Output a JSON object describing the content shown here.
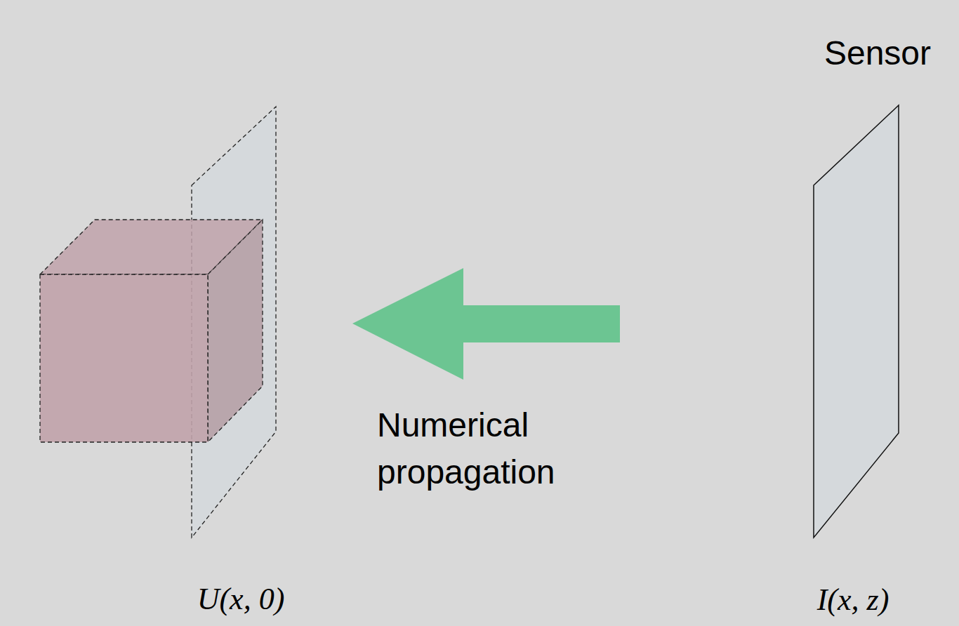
{
  "diagram": {
    "nodes": [
      {
        "text": [
          "U(x, 0)"
        ]
      },
      {
        "text": [
          "Sensor",
          "I(x, z)"
        ]
      }
    ],
    "labels": [
      "Numerical propagation"
    ]
  }
}
